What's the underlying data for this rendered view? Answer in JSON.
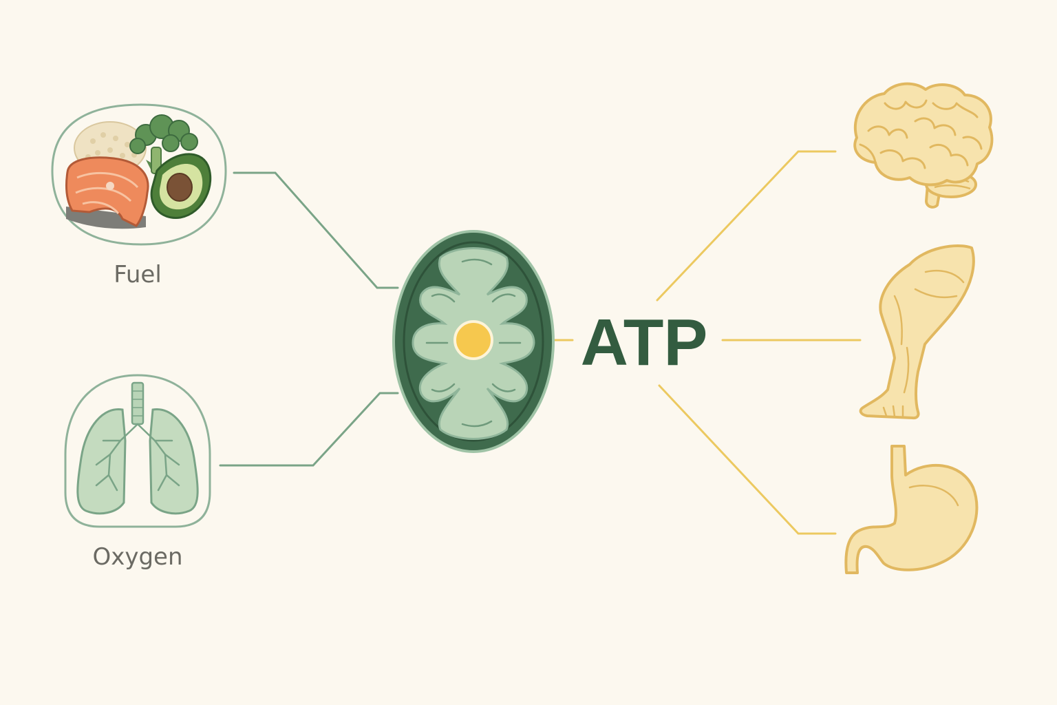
{
  "inputs": {
    "fuel": {
      "label": "Fuel",
      "icon": "food-plate-icon"
    },
    "oxygen": {
      "label": "Oxygen",
      "icon": "lungs-icon"
    }
  },
  "center": {
    "icon": "mitochondrion-icon"
  },
  "output": {
    "label": "ATP"
  },
  "targets": [
    {
      "icon": "brain-icon"
    },
    {
      "icon": "leg-muscle-icon"
    },
    {
      "icon": "stomach-icon"
    }
  ],
  "colors": {
    "background": "#fcf8ef",
    "green_dark": "#3f6b4d",
    "green_line": "#7aa487",
    "green_light": "#b9d4b7",
    "yellow_line": "#ecc960",
    "yellow_fill": "#f7e3ad",
    "yellow_stroke": "#e1b860",
    "atp_text": "#335c40"
  }
}
